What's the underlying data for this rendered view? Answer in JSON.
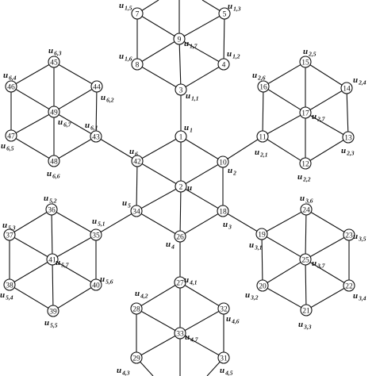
{
  "nodes": [
    {
      "id": "1"
    },
    {
      "id": "2"
    },
    {
      "id": "3"
    },
    {
      "id": "4"
    },
    {
      "id": "5"
    },
    {
      "id": "7"
    },
    {
      "id": "8"
    },
    {
      "id": "9"
    },
    {
      "id": "10"
    },
    {
      "id": "11"
    },
    {
      "id": "12"
    },
    {
      "id": "13"
    },
    {
      "id": "14"
    },
    {
      "id": "15"
    },
    {
      "id": "16"
    },
    {
      "id": "17"
    },
    {
      "id": "18"
    },
    {
      "id": "19"
    },
    {
      "id": "20"
    },
    {
      "id": "21"
    },
    {
      "id": "22"
    },
    {
      "id": "23"
    },
    {
      "id": "24"
    },
    {
      "id": "25"
    },
    {
      "id": "26"
    },
    {
      "id": "27"
    },
    {
      "id": "28"
    },
    {
      "id": "29"
    },
    {
      "id": "31"
    },
    {
      "id": "32"
    },
    {
      "id": "33"
    },
    {
      "id": "34"
    },
    {
      "id": "35"
    },
    {
      "id": "36"
    },
    {
      "id": "37"
    },
    {
      "id": "38"
    },
    {
      "id": "39"
    },
    {
      "id": "40"
    },
    {
      "id": "41"
    },
    {
      "id": "42"
    },
    {
      "id": "43"
    },
    {
      "id": "44"
    },
    {
      "id": "45"
    },
    {
      "id": "46"
    },
    {
      "id": "47"
    },
    {
      "id": "48"
    },
    {
      "id": "49"
    }
  ],
  "labels": [
    {
      "main": "u",
      "sub": ""
    },
    {
      "main": "u",
      "sub": "1"
    },
    {
      "main": "u",
      "sub": "2"
    },
    {
      "main": "u",
      "sub": "3"
    },
    {
      "main": "u",
      "sub": "4"
    },
    {
      "main": "u",
      "sub": "5"
    },
    {
      "main": "u",
      "sub": "6"
    },
    {
      "main": "u",
      "sub": "1,1"
    },
    {
      "main": "u",
      "sub": "1,2"
    },
    {
      "main": "u",
      "sub": "1,3"
    },
    {
      "main": "u",
      "sub": "1,5"
    },
    {
      "main": "u",
      "sub": "1,6"
    },
    {
      "main": "u",
      "sub": "1,7"
    },
    {
      "main": "u",
      "sub": "2,1"
    },
    {
      "main": "u",
      "sub": "2,2"
    },
    {
      "main": "u",
      "sub": "2,3"
    },
    {
      "main": "u",
      "sub": "2,4"
    },
    {
      "main": "u",
      "sub": "2,5"
    },
    {
      "main": "u",
      "sub": "2,6"
    },
    {
      "main": "u",
      "sub": "2,7"
    },
    {
      "main": "u",
      "sub": "3,1"
    },
    {
      "main": "u",
      "sub": "3,2"
    },
    {
      "main": "u",
      "sub": "3,3"
    },
    {
      "main": "u",
      "sub": "3,4"
    },
    {
      "main": "u",
      "sub": "3,5"
    },
    {
      "main": "u",
      "sub": "3,6"
    },
    {
      "main": "u",
      "sub": "3,7"
    },
    {
      "main": "u",
      "sub": "4,1"
    },
    {
      "main": "u",
      "sub": "4,2"
    },
    {
      "main": "u",
      "sub": "4,3"
    },
    {
      "main": "u",
      "sub": "4,5"
    },
    {
      "main": "u",
      "sub": "4,6"
    },
    {
      "main": "u",
      "sub": "4,7"
    },
    {
      "main": "u",
      "sub": "5,1"
    },
    {
      "main": "u",
      "sub": "5,2"
    },
    {
      "main": "u",
      "sub": "5,3"
    },
    {
      "main": "u",
      "sub": "5,4"
    },
    {
      "main": "u",
      "sub": "5,5"
    },
    {
      "main": "u",
      "sub": "5,6"
    },
    {
      "main": "u",
      "sub": "5,7"
    },
    {
      "main": "u",
      "sub": "6,1"
    },
    {
      "main": "u",
      "sub": "6,2"
    },
    {
      "main": "u",
      "sub": "6,3"
    },
    {
      "main": "u",
      "sub": "6,4"
    },
    {
      "main": "u",
      "sub": "6,5"
    },
    {
      "main": "u",
      "sub": "6,6"
    },
    {
      "main": "u",
      "sub": "6,7"
    }
  ]
}
